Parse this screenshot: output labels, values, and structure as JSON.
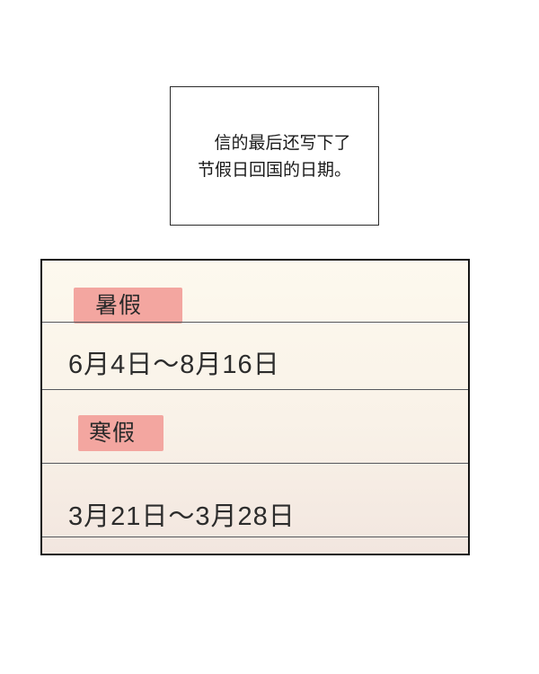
{
  "caption": {
    "lines": [
      "信的最后还写下了",
      "节假日回国的日期。"
    ]
  },
  "panel": {
    "entries": [
      {
        "label": "暑假",
        "dates": "6月4日～8月16日"
      },
      {
        "label": "寒假",
        "dates": "3月21日～3月28日"
      }
    ]
  },
  "colors": {
    "tag_background": "#f3a6a0",
    "panel_top": "#fdf9ee",
    "panel_bottom": "#f2e6df"
  }
}
